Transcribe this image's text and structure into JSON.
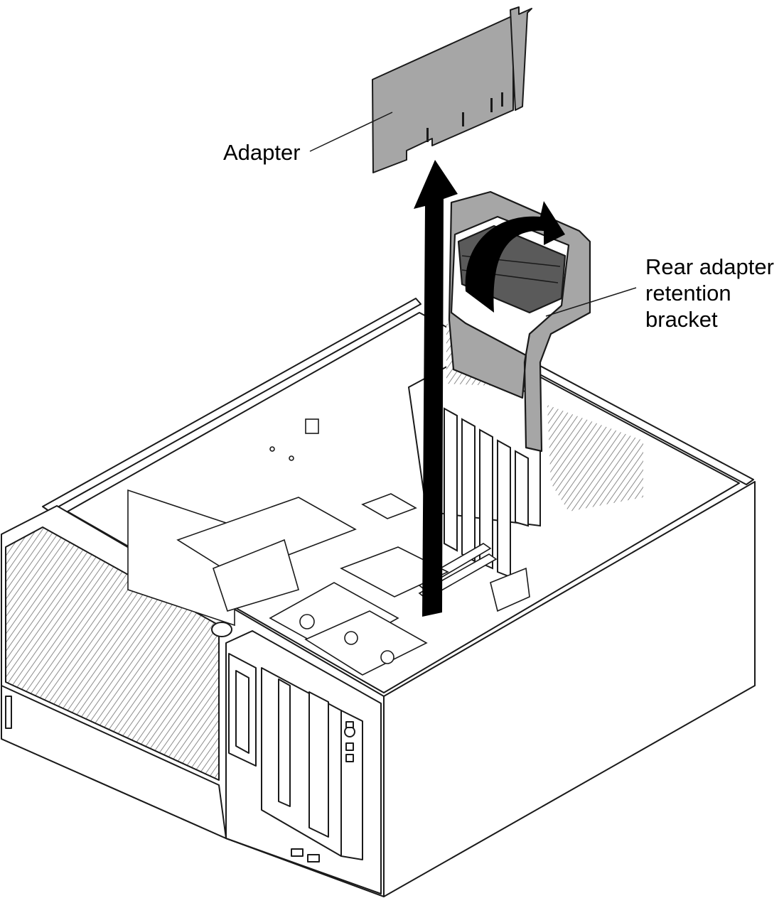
{
  "callouts": {
    "adapter": "Adapter",
    "bracket_line1": "Rear adapter",
    "bracket_line2": "retention",
    "bracket_line3": "bracket"
  },
  "colors": {
    "line": "#1a1a1a",
    "part_fill": "#a6a6a6",
    "part_dark": "#5a5a5a",
    "arrow": "#000000",
    "panel": "#ffffff"
  }
}
